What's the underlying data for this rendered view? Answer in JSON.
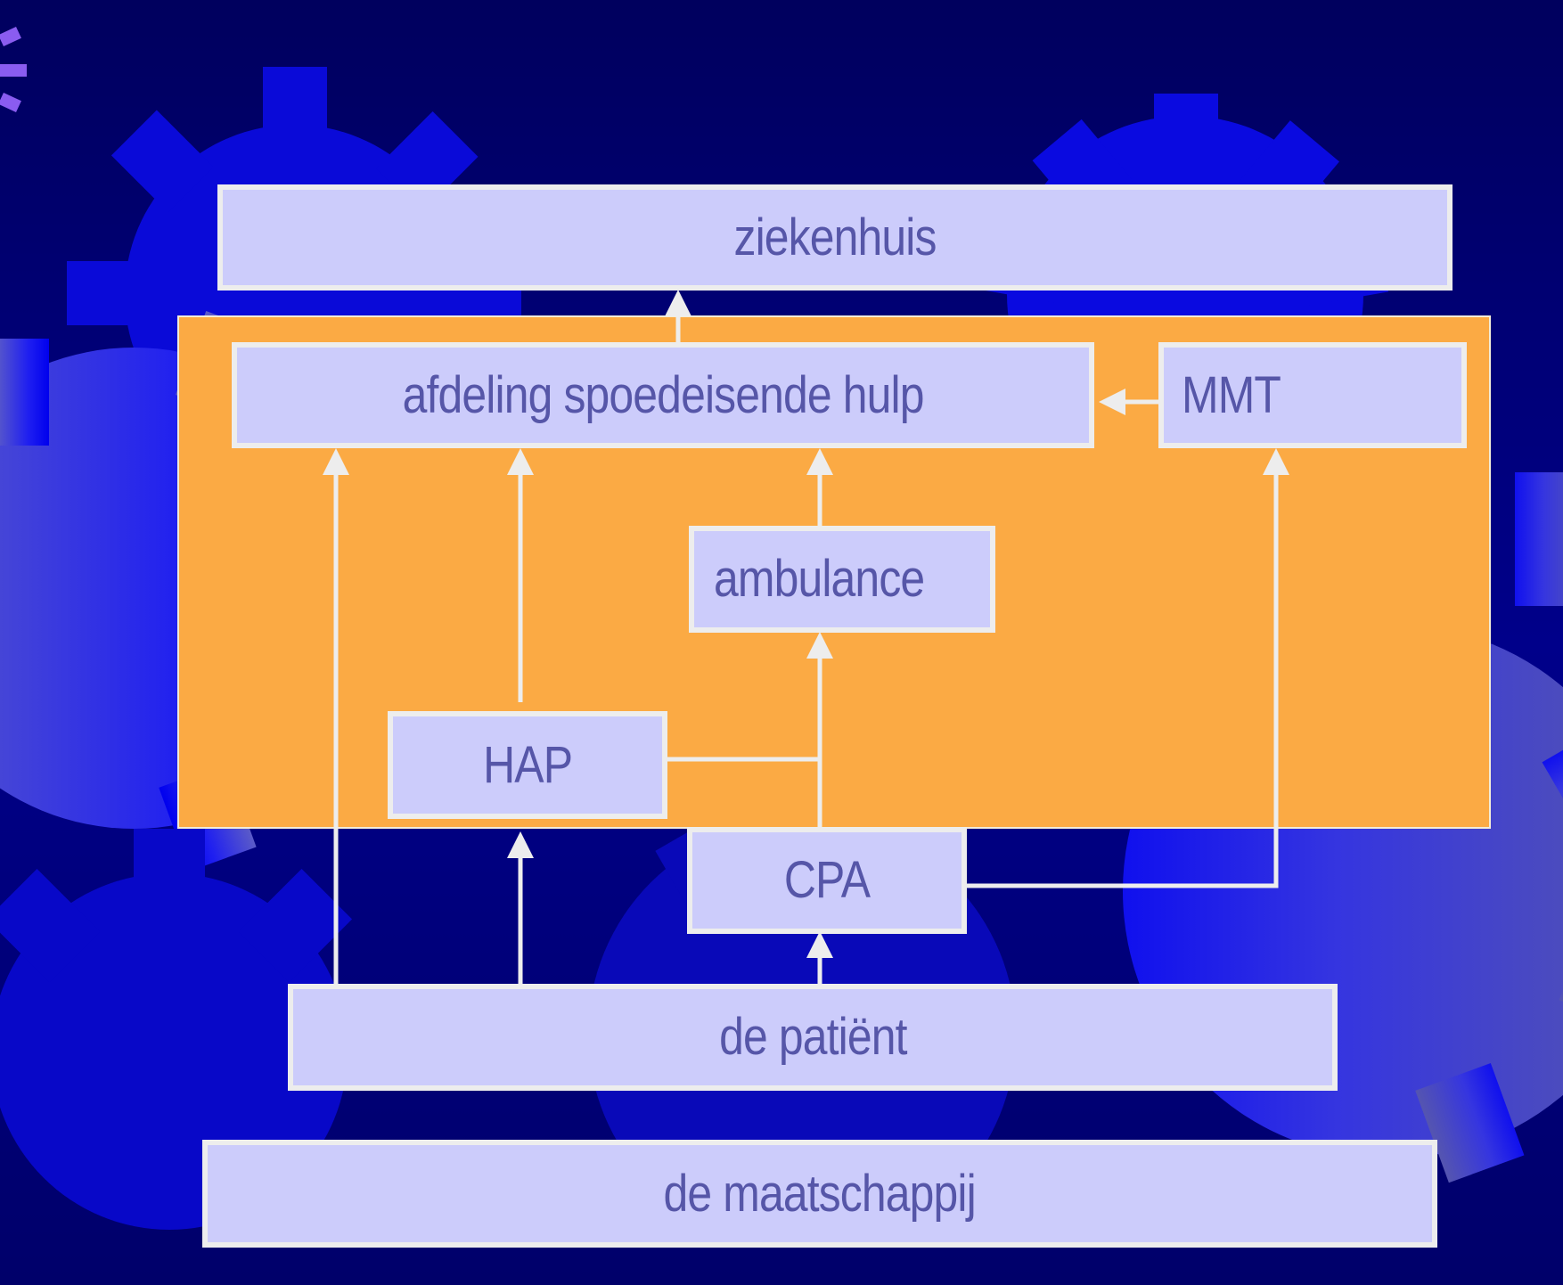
{
  "diagram": {
    "nodes": {
      "ziekenhuis": "ziekenhuis",
      "seh": "afdeling spoedeisende hulp",
      "mmt": "MMT",
      "ambulance": "ambulance",
      "hap": "HAP",
      "cpa": "CPA",
      "patient": "de patiënt",
      "maatschappij": "de maatschappij"
    },
    "edges": [
      {
        "from": "seh",
        "to": "ziekenhuis"
      },
      {
        "from": "mmt",
        "to": "seh"
      },
      {
        "from": "patient",
        "to": "seh"
      },
      {
        "from": "hap",
        "to": "seh"
      },
      {
        "from": "ambulance",
        "to": "seh"
      },
      {
        "from": "cpa",
        "to": "ambulance"
      },
      {
        "from": "hap",
        "to": "ambulance"
      },
      {
        "from": "cpa",
        "to": "mmt"
      },
      {
        "from": "patient",
        "to": "hap"
      },
      {
        "from": "patient",
        "to": "cpa"
      }
    ]
  },
  "colors": {
    "background_dark": "#000066",
    "gear_blue": "#0000EE",
    "panel_orange": "#FBAA44",
    "box_fill": "#CCCCFB",
    "box_border": "#EDEDED",
    "text": "#5656A8",
    "connector": "#EDEDED"
  }
}
